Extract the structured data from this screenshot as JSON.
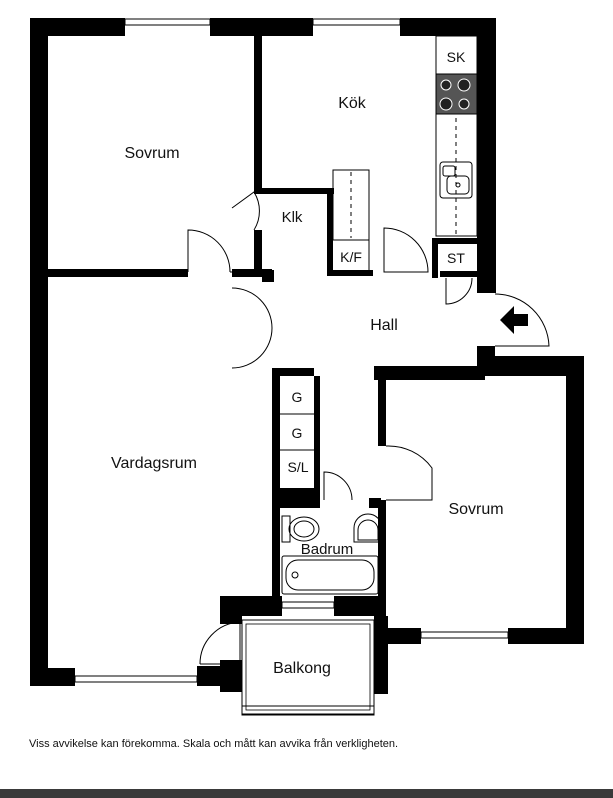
{
  "rooms": {
    "sovrum_1": "Sovrum",
    "kok": "Kök",
    "sk": "SK",
    "klk": "Klk",
    "kf": "K/F",
    "st": "ST",
    "hall": "Hall",
    "vardagsrum": "Vardagsrum",
    "g1": "G",
    "g2": "G",
    "sl": "S/L",
    "badrum": "Badrum",
    "sovrum_2": "Sovrum",
    "balkong": "Balkong"
  },
  "disclaimer": "Viss avvikelse kan förekomma. Skala och mått kan avvika från verkligheten.",
  "colors": {
    "wall": "#000000",
    "fixture": "#000000",
    "background": "#ffffff",
    "footer": "#3a3a3a"
  },
  "icons": [
    "entrance-arrow-icon",
    "stove-icon",
    "sink-icon",
    "toilet-icon",
    "washbasin-icon",
    "bathtub-icon"
  ]
}
